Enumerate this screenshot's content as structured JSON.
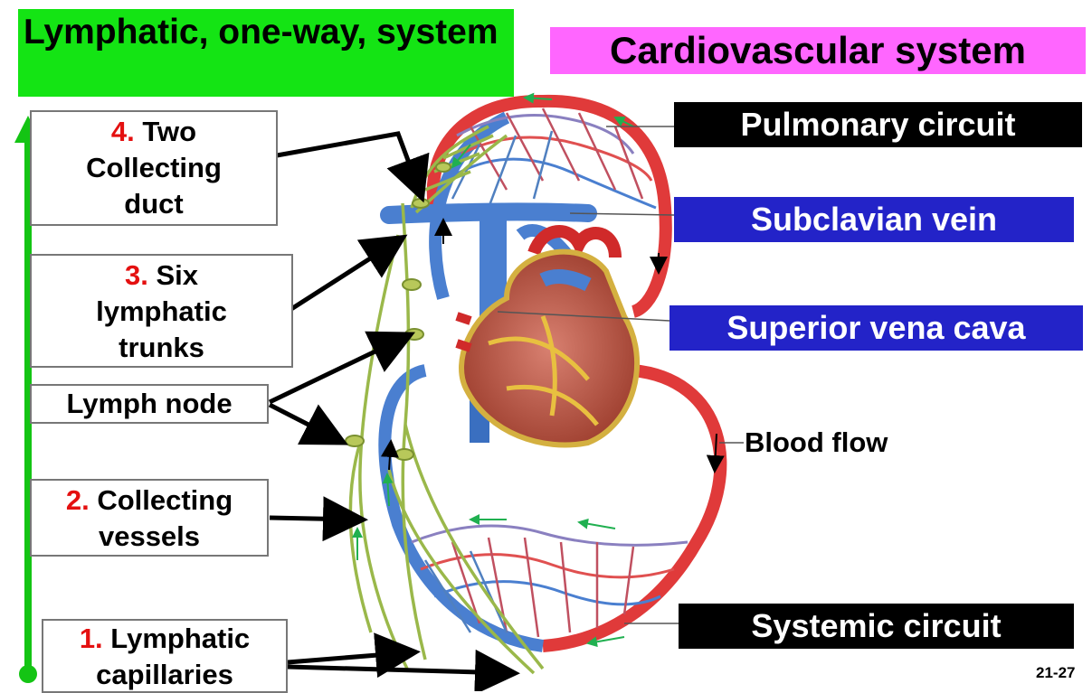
{
  "title_lymphatic": "Lymphatic, one-way, system",
  "title_cardio": "Cardiovascular system",
  "steps": {
    "four": {
      "num": "4.",
      "text_a": "Two",
      "text_b": "Collecting",
      "text_c": "duct"
    },
    "three": {
      "num": "3.",
      "text_a": "Six",
      "text_b": "lymphatic",
      "text_c": "trunks"
    },
    "node": "Lymph node",
    "two": {
      "num": "2.",
      "text_a": "Collecting",
      "text_b": "vessels"
    },
    "one": {
      "num": "1.",
      "text_a": "Lymphatic",
      "text_b": "capillaries"
    }
  },
  "labels": {
    "pulmonary": "Pulmonary circuit",
    "subclavian": "Subclavian vein",
    "svc": "Superior vena cava",
    "blood_flow": "Blood flow",
    "systemic": "Systemic circuit"
  },
  "slide_number": "21-27",
  "colors": {
    "green_title": "#14e414",
    "magenta_title": "#ff66ff",
    "black_label": "#000000",
    "blue_label": "#2323c8",
    "vein_blue": "#4a7fd0",
    "artery_red": "#e03a3a",
    "lymph_green": "#9ab84a",
    "flow_arrow_green": "#20b050"
  }
}
